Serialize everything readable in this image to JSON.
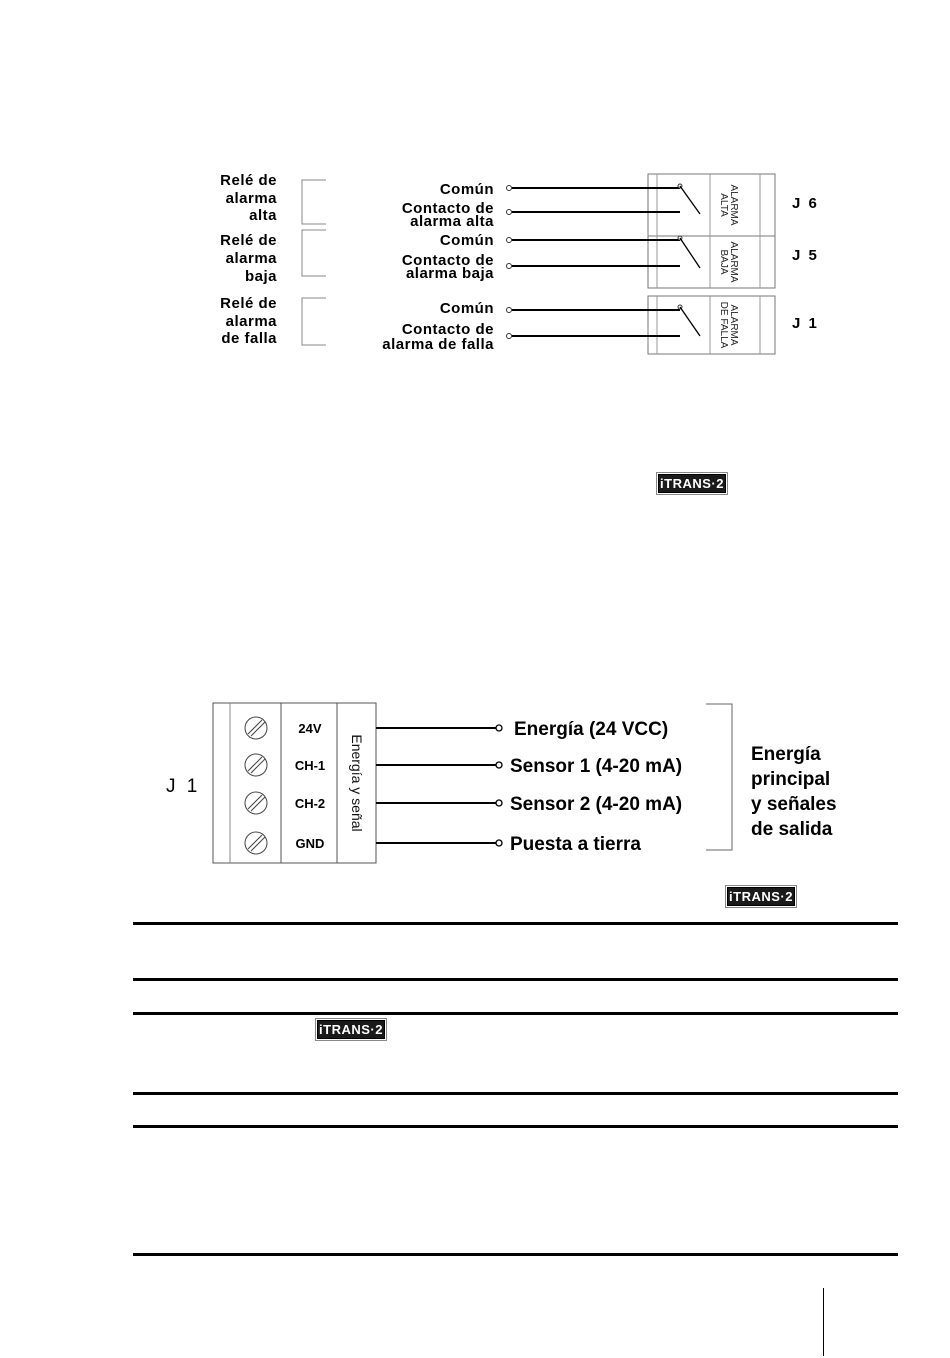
{
  "relay_diagram": {
    "groups": [
      {
        "name_lines": [
          "Relé de",
          "alarma",
          "alta"
        ],
        "terminals": [
          {
            "label_lines": [
              "Común"
            ]
          },
          {
            "label_lines": [
              "Contacto de",
              "alarma alta"
            ]
          }
        ],
        "block_lines": [
          "ALARMA",
          "ALTA"
        ],
        "connector": "J 6"
      },
      {
        "name_lines": [
          "Relé de",
          "alarma",
          "baja"
        ],
        "terminals": [
          {
            "label_lines": [
              "Común"
            ]
          },
          {
            "label_lines": [
              "Contacto de",
              "alarma baja"
            ]
          }
        ],
        "block_lines": [
          "ALARMA",
          "BAJA"
        ],
        "connector": "J 5"
      },
      {
        "name_lines": [
          "Relé de",
          "alarma",
          "de falla"
        ],
        "terminals": [
          {
            "label_lines": [
              "Común"
            ]
          },
          {
            "label_lines": [
              "Contacto de",
              "alarma de falla"
            ]
          }
        ],
        "block_lines": [
          "ALARMA",
          "DE FALLA"
        ],
        "connector": "J 1"
      }
    ]
  },
  "logo_text": "iTRANS·2",
  "power_diagram": {
    "connector": "J 1",
    "terminals": [
      {
        "pin": "24V",
        "signal": "Energía (24 VCC)"
      },
      {
        "pin": "CH-1",
        "signal": "Sensor 1 (4-20 mA)"
      },
      {
        "pin": "CH-2",
        "signal": "Sensor 2 (4-20 mA)"
      },
      {
        "pin": "GND",
        "signal": "Puesta a tierra"
      }
    ],
    "block_label": "Energía y señal",
    "group_lines": [
      "Energía",
      "principal",
      "y señales",
      "de salida"
    ]
  }
}
